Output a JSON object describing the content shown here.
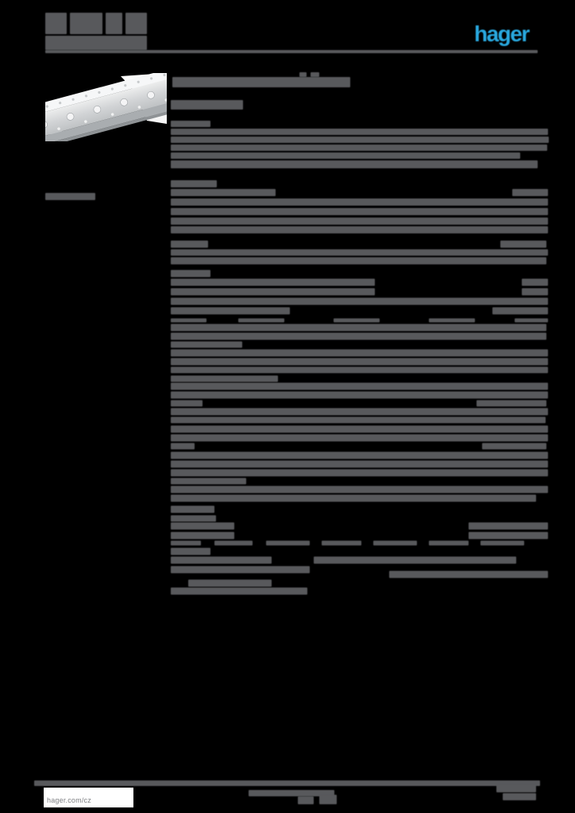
{
  "colors": {
    "background": "#000000",
    "redaction_gray": "#58595c",
    "brand_blue": "#29a9e0",
    "box_white": "#ffffff",
    "footer_text_gray": "#808285"
  },
  "header": {
    "logo_text": "hager"
  },
  "footer": {
    "website": "hager.com/cz"
  },
  "product_photo": {
    "semantic": "perforated-galvanized-mounting-rail-photo"
  },
  "redactions": {
    "note": "all other document text in the source screenshot is rasterized and illegible; bars reproduce its layout",
    "bars": [
      [
        57,
        16,
        27,
        27
      ],
      [
        88,
        16,
        41,
        27
      ],
      [
        133,
        16,
        21,
        27
      ],
      [
        158,
        16,
        27,
        27
      ],
      [
        57,
        45,
        128,
        18
      ],
      [
        57,
        63,
        620,
        4,
        "header-rule"
      ],
      [
        377,
        91,
        9,
        6
      ],
      [
        391,
        91,
        11,
        6
      ],
      [
        217,
        97,
        224,
        13,
        "title-bar"
      ],
      [
        215,
        126,
        91,
        12,
        "subtitle-bar"
      ],
      [
        215,
        152,
        50,
        8,
        "heading-bar"
      ],
      [
        215,
        162,
        475,
        8
      ],
      [
        215,
        172,
        476,
        8
      ],
      [
        215,
        182,
        474,
        8
      ],
      [
        215,
        192,
        440,
        8
      ],
      [
        215,
        202,
        462,
        10
      ],
      [
        215,
        227,
        58,
        9,
        "heading-bar"
      ],
      [
        57,
        243,
        63,
        9,
        "side-label-bar"
      ],
      [
        215,
        238,
        132,
        9
      ],
      [
        645,
        238,
        45,
        9
      ],
      [
        215,
        250,
        475,
        9
      ],
      [
        215,
        262,
        475,
        9
      ],
      [
        215,
        274,
        475,
        9
      ],
      [
        215,
        285,
        475,
        9
      ],
      [
        215,
        303,
        47,
        9,
        "heading-bar"
      ],
      [
        630,
        303,
        58,
        9
      ],
      [
        215,
        314,
        475,
        8
      ],
      [
        215,
        324,
        473,
        9
      ],
      [
        215,
        340,
        50,
        9,
        "heading-bar"
      ],
      [
        215,
        351,
        257,
        9
      ],
      [
        657,
        351,
        33,
        9
      ],
      [
        215,
        363,
        257,
        9
      ],
      [
        657,
        363,
        33,
        9
      ],
      [
        215,
        375,
        475,
        9
      ],
      [
        215,
        387,
        150,
        9
      ],
      [
        620,
        387,
        70,
        9
      ],
      [
        215,
        401,
        45,
        5
      ],
      [
        300,
        401,
        58,
        5
      ],
      [
        420,
        401,
        58,
        5
      ],
      [
        540,
        401,
        58,
        5
      ],
      [
        648,
        401,
        42,
        5
      ],
      [
        215,
        408,
        473,
        9
      ],
      [
        215,
        419,
        473,
        9
      ],
      [
        215,
        430,
        90,
        8
      ],
      [
        215,
        440,
        475,
        9
      ],
      [
        215,
        451,
        475,
        9
      ],
      [
        215,
        462,
        475,
        8
      ],
      [
        215,
        473,
        135,
        8
      ],
      [
        215,
        482,
        475,
        9
      ],
      [
        215,
        493,
        475,
        9
      ],
      [
        215,
        504,
        40,
        8
      ],
      [
        600,
        504,
        88,
        8
      ],
      [
        215,
        514,
        475,
        9
      ],
      [
        215,
        525,
        472,
        8
      ],
      [
        215,
        536,
        475,
        9
      ],
      [
        215,
        547,
        475,
        9
      ],
      [
        215,
        558,
        30,
        8
      ],
      [
        607,
        558,
        81,
        8
      ],
      [
        215,
        569,
        475,
        9
      ],
      [
        215,
        580,
        475,
        9
      ],
      [
        215,
        591,
        475,
        9
      ],
      [
        215,
        602,
        95,
        8
      ],
      [
        215,
        612,
        475,
        9
      ],
      [
        215,
        623,
        460,
        9
      ],
      [
        215,
        637,
        55,
        9,
        "heading-bar"
      ],
      [
        215,
        649,
        57,
        8
      ],
      [
        215,
        658,
        80,
        9
      ],
      [
        590,
        658,
        100,
        9
      ],
      [
        215,
        670,
        80,
        9
      ],
      [
        590,
        670,
        100,
        9
      ],
      [
        215,
        681,
        38,
        6
      ],
      [
        270,
        681,
        48,
        6
      ],
      [
        335,
        681,
        55,
        6
      ],
      [
        405,
        681,
        50,
        6
      ],
      [
        470,
        681,
        55,
        6
      ],
      [
        540,
        681,
        50,
        6
      ],
      [
        605,
        681,
        55,
        6
      ],
      [
        215,
        690,
        50,
        9,
        "heading-bar"
      ],
      [
        215,
        701,
        127,
        9
      ],
      [
        395,
        701,
        255,
        9
      ],
      [
        215,
        713,
        175,
        9
      ],
      [
        490,
        719,
        200,
        9
      ],
      [
        237,
        730,
        105,
        9
      ],
      [
        215,
        740,
        172,
        9
      ],
      [
        43,
        983,
        637,
        7,
        "footer-rule"
      ],
      [
        313,
        995,
        108,
        8
      ],
      [
        375,
        1003,
        20,
        10
      ],
      [
        402,
        1001,
        22,
        12
      ],
      [
        625,
        988,
        50,
        10
      ],
      [
        633,
        999,
        42,
        9
      ]
    ]
  }
}
